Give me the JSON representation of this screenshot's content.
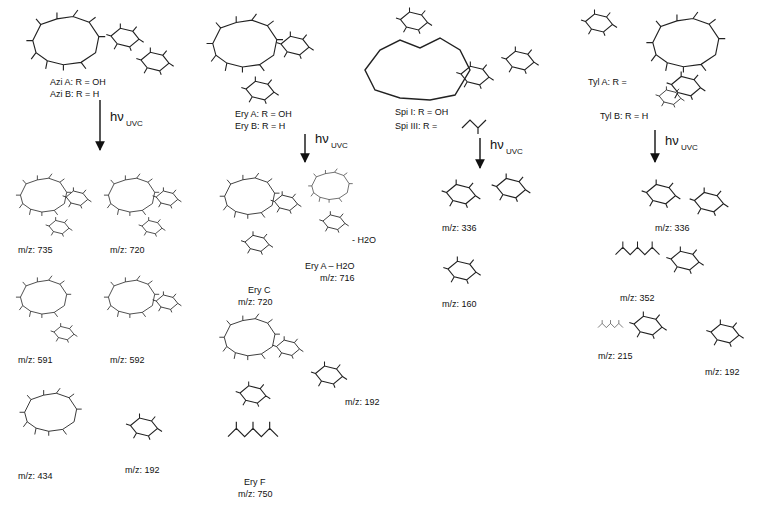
{
  "diagram": {
    "labels": [
      "Azi A: R = OH",
      "Azi B: R = H",
      "Ery A: R = OH",
      "Ery B: R = H",
      "Spi I: R = OH",
      "Spi III: R =",
      "Tyl A: R =",
      "Tyl B: R = H",
      "hν",
      "UVC",
      "hν",
      "UVC",
      "hν",
      "UVC",
      "hν",
      "UVC",
      "m/z: 735",
      "m/z: 720",
      "m/z: 591",
      "m/z: 592",
      "m/z: 434",
      "m/z: 192",
      "Ery C",
      "m/z: 720",
      "Ery A – H2O",
      "m/z: 716",
      "- H2O",
      "Ery F",
      "m/z: 750",
      "m/z: 192",
      "m/z: 336",
      "m/z: 160",
      "m/z: 336",
      "m/z: 352",
      "m/z: 215",
      "m/z: 192"
    ]
  }
}
